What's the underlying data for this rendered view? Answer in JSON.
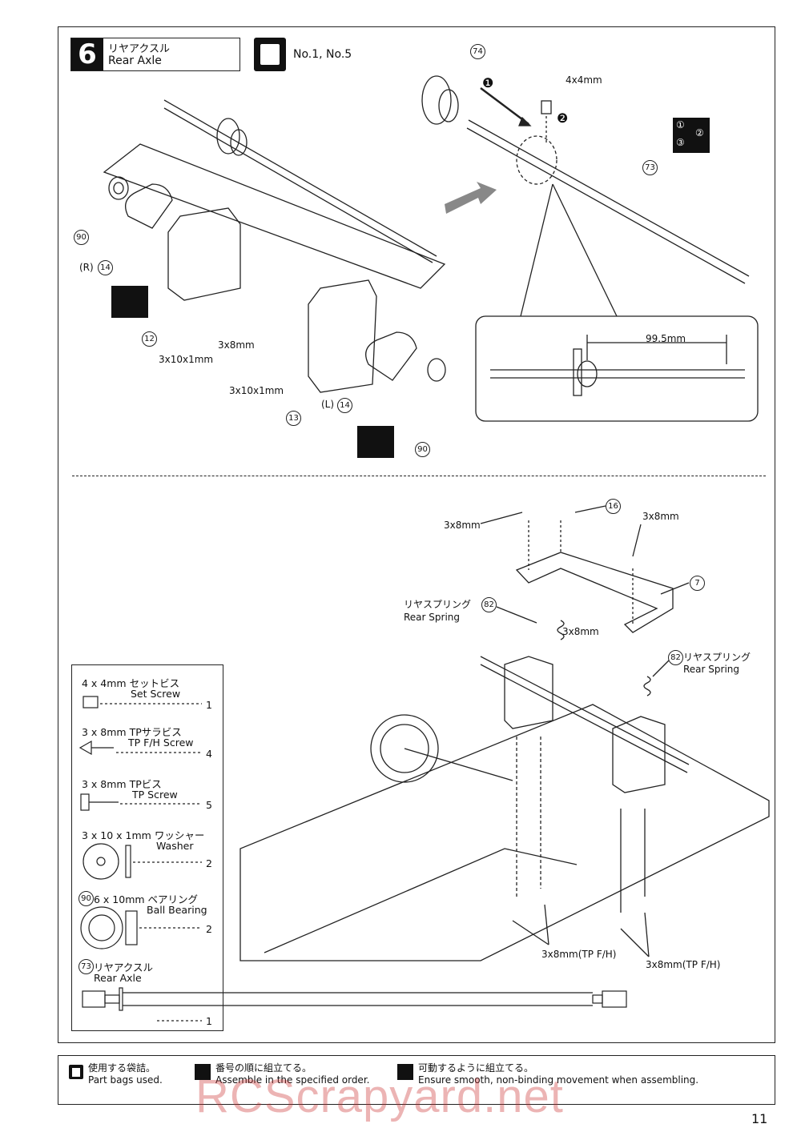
{
  "step": {
    "number": "6",
    "title_jp": "リヤアクスル",
    "title_en": "Rear Axle",
    "bags": "No.1, No.5"
  },
  "callouts": {
    "c74": "74",
    "c73": "73",
    "c90a": "90",
    "c90b": "90",
    "c14a": "14",
    "c14b": "14",
    "c12": "12",
    "c13": "13",
    "c16": "16",
    "c7": "7",
    "c82a": "82",
    "c82b": "82"
  },
  "labels": {
    "set_screw": "4x4mm",
    "step1": "❶",
    "step2": "❷",
    "r14": "(R)",
    "l14": "(L)",
    "w1": "3x10x1mm",
    "s1": "3x8mm",
    "w2": "3x10x1mm",
    "dim": "99.5mm",
    "top_screw_a": "3x8mm",
    "top_screw_b": "3x8mm",
    "mid_screw": "3x8mm",
    "spring_left_jp": "リヤスプリング",
    "spring_left_en": "Rear Spring",
    "spring_right_jp": "リヤスプリング",
    "spring_right_en": "Rear Spring",
    "bottom_a": "3x8mm(TP F/H)",
    "bottom_b": "3x8mm(TP F/H)"
  },
  "parts": [
    {
      "jp": "4 x 4mm  セットビス",
      "en": "Set Screw",
      "qty": "1"
    },
    {
      "jp": "3 x 8mm  TPサラビス",
      "en": "TP F/H Screw",
      "qty": "4"
    },
    {
      "jp": "3 x 8mm  TPビス",
      "en": "TP Screw",
      "qty": "5"
    },
    {
      "jp": "3 x 10 x 1mm  ワッシャー",
      "en": "Washer",
      "qty": "2"
    },
    {
      "jp": "6 x 10mm  ベアリング",
      "en": "Ball Bearing",
      "qty": "2",
      "num": "90"
    },
    {
      "jp": "リヤアクスル",
      "en": "Rear Axle",
      "qty": "1",
      "num": "73"
    }
  ],
  "legend": [
    {
      "jp": "使用する袋詰。",
      "en": "Part bags used."
    },
    {
      "jp": "番号の順に組立てる。",
      "en": "Assemble in the specified order."
    },
    {
      "jp": "可動するように組立てる。",
      "en": "Ensure smooth, non-binding movement when assembling."
    }
  ],
  "order_icon": {
    "n1": "①",
    "n2": "②",
    "n3": "③"
  },
  "watermark": "RCScrapyard.net",
  "page": "11"
}
